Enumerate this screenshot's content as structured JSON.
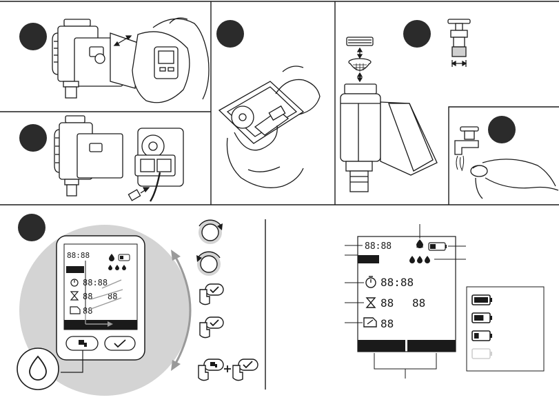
{
  "colors": {
    "ink": "#1a1a1a",
    "step_badge": "#2b2b2b",
    "ring_grey": "#d4d4d4",
    "pale_battery": "#cfcfcf"
  },
  "lcd": {
    "clock": "88:88",
    "timer": "88:88",
    "duration_a": "88",
    "duration_b": "88",
    "frequency": "88"
  },
  "icons": [
    "watering-can-icon",
    "drop-icon",
    "battery-icon",
    "stopwatch-icon",
    "hourglass-icon",
    "calendar-icon",
    "rotate-clockwise-icon",
    "rotate-counterclockwise-icon",
    "check-press-icon",
    "tap-press-icon",
    "plus-icon"
  ],
  "battery_levels": [
    1.0,
    0.67,
    0.33,
    0.0
  ]
}
